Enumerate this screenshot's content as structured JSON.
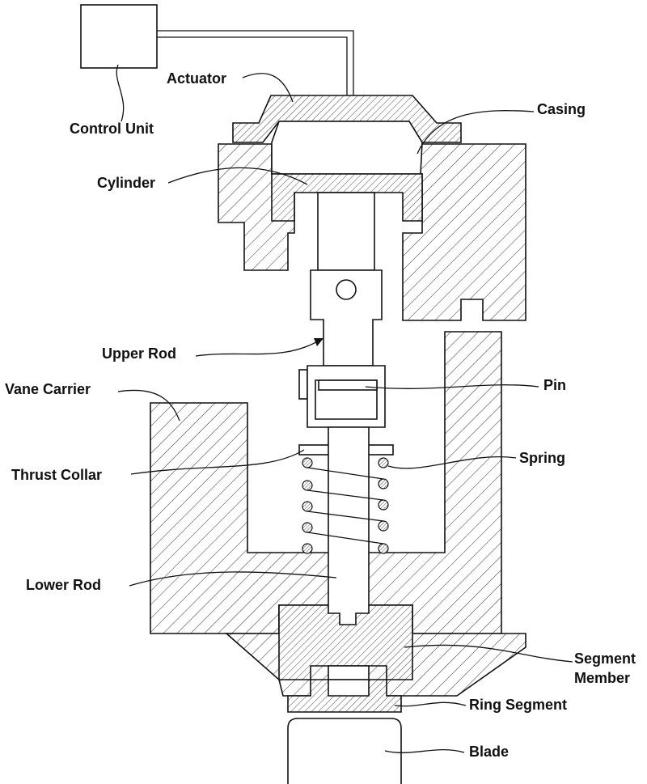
{
  "labels": {
    "control_unit": "Control Unit",
    "actuator": "Actuator",
    "casing": "Casing",
    "cylinder": "Cylinder",
    "upper_rod": "Upper Rod",
    "vane_carrier": "Vane Carrier",
    "pin": "Pin",
    "thrust_collar": "Thrust Collar",
    "spring": "Spring",
    "lower_rod": "Lower Rod",
    "segment_member_line1": "Segment",
    "segment_member_line2": "Member",
    "ring_segment": "Ring Segment",
    "blade": "Blade"
  },
  "colors": {
    "line": "#111111",
    "background": "#ffffff"
  }
}
